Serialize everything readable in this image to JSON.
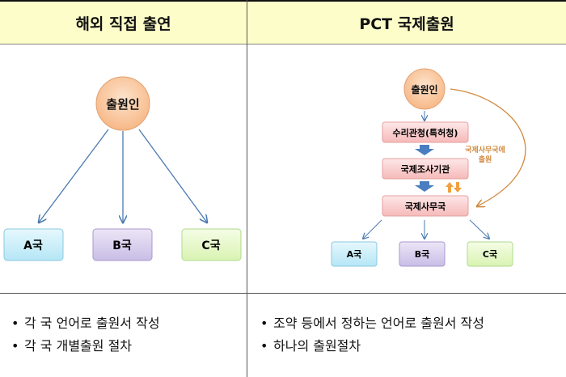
{
  "left": {
    "header": "해외 직접 출연",
    "applicant": "출원인",
    "countries": [
      "A국",
      "B국",
      "C국"
    ],
    "bullets": [
      "각 국 언어로 출원서 작성",
      "각 국 개별출원 절차"
    ]
  },
  "right": {
    "header": "PCT 국제출원",
    "applicant": "출원인",
    "receiving_office": "수리관청(특허청)",
    "search_authority": "국제조사기관",
    "international_bureau": "국제사무국",
    "direct_label_line1": "국제사무국에",
    "direct_label_line2": "출원",
    "countries": [
      "A국",
      "B국",
      "C국"
    ],
    "bullets": [
      "조약 등에서 정하는 언어로 출원서 작성",
      "하나의 출원절차"
    ]
  }
}
